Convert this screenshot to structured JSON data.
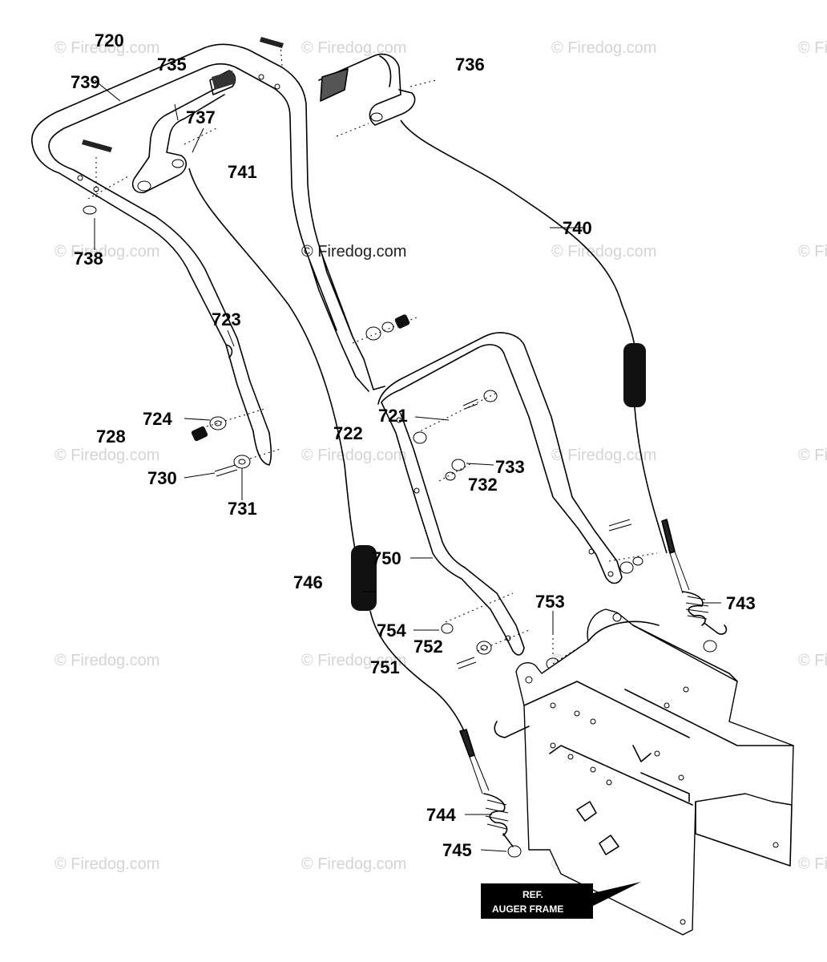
{
  "watermarks": {
    "text": "© Firedog.com",
    "center": "© Firedog.com"
  },
  "labels": {
    "p720": "720",
    "p735": "735",
    "p739": "739",
    "p737": "737",
    "p736": "736",
    "p741": "741",
    "p740": "740",
    "p738": "738",
    "p723": "723",
    "p724": "724",
    "p728": "728",
    "p730": "730",
    "p731": "731",
    "p722": "722",
    "p721": "721",
    "p733": "733",
    "p732": "732",
    "p750": "750",
    "p746": "746",
    "p743": "743",
    "p753": "753",
    "p754": "754",
    "p752": "752",
    "p751": "751",
    "p744": "744",
    "p745": "745"
  },
  "reference": {
    "line1": "REF.",
    "line2": "AUGER FRAME"
  },
  "colors": {
    "watermark": "#d4d4d4",
    "ink": "#000000",
    "ref_box": "#000000"
  }
}
